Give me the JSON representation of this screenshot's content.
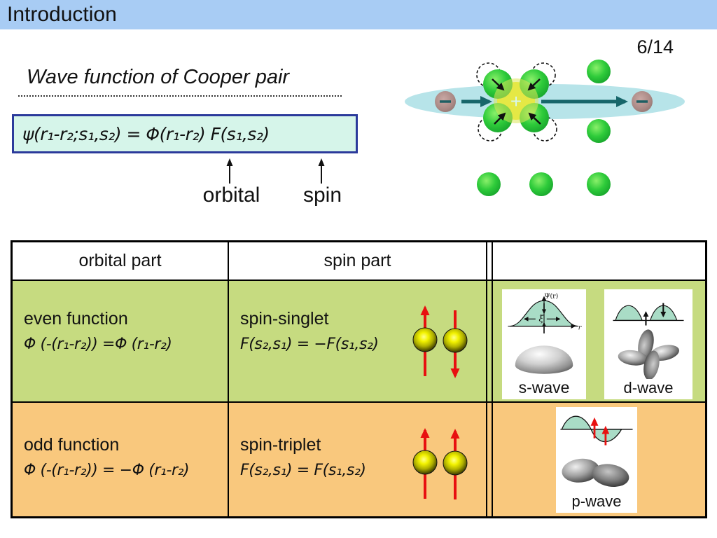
{
  "slide": {
    "header_title": "Introduction",
    "page_number": "6/14",
    "section_title": "Wave function of Cooper pair",
    "formula": "ψ(r₁-r₂;s₁,s₂) = Φ(r₁-r₂) F(s₁,s₂)",
    "pointer_labels": {
      "orbital": "orbital",
      "spin": "spin"
    }
  },
  "table": {
    "col_headers": {
      "orbital": "orbital part",
      "spin": "spin part",
      "visual": ""
    },
    "rows": [
      {
        "orbital_name": "even function",
        "orbital_formula": "Φ (-(r₁-r₂)) =Φ (r₁-r₂)",
        "spin_name": "spin-singlet",
        "spin_formula": "F(s₂,s₁) = −F(s₁,s₂)",
        "wave_labels": [
          "s-wave",
          "d-wave"
        ]
      },
      {
        "orbital_name": "odd function",
        "orbital_formula": "Φ (-(r₁-r₂)) = −Φ (r₁-r₂)",
        "spin_name": "spin-triplet",
        "spin_formula": "F(s₂,s₁) = F(s₁,s₂)",
        "wave_labels": [
          "p-wave"
        ]
      }
    ]
  },
  "diagram_labels": {
    "psi_axis": "Ψ(r)",
    "xi": "ξ",
    "r_axis": "r"
  },
  "icons": {
    "plus": "+",
    "minus": "−",
    "spin_up_arrow": "↑",
    "spin_down_arrow": "↓"
  },
  "colors": {
    "header_bar": "#a8ccf4",
    "formula_fill": "#d6f5ea",
    "formula_border": "#2b3a9b",
    "row_even": "#c6db80",
    "row_odd": "#f9c87d",
    "attraction_ellipse": "#b7e4e9",
    "ion_green": "#2ecb3a",
    "electron_brown": "#a98884",
    "spin_arrow_red": "#e81010",
    "teal_arrow": "#17666a",
    "ball_yellow": "#f2f200"
  }
}
